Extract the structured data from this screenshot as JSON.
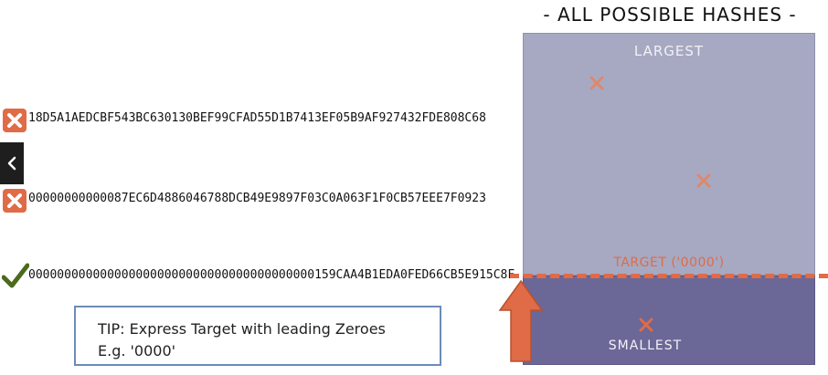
{
  "title": "- ALL POSSIBLE HASHES -",
  "hashes": [
    {
      "value": "18D5A1AEDCBF543BC630130BEF99CFAD55D1B7413EF05B9AF927432FDE808C68",
      "status": "rejected",
      "icon": "x-icon"
    },
    {
      "value": "00000000000087EC6D4886046788DCB49E9897F03C0A063F1F0CB57EEE7F0923",
      "status": "rejected",
      "icon": "x-icon"
    },
    {
      "value": "0000000000000000000000000000000000000000159CAA4B1EDA0FED66CB5E915C8F",
      "status": "accepted",
      "icon": "checkmark-icon"
    }
  ],
  "panel": {
    "largest_label": "LARGEST",
    "smallest_label": "SMALLEST",
    "target_label": "TARGET ('0000')",
    "above_target_color": "#a7a9c2",
    "below_target_color": "#6b6897",
    "accent_color": "#e06b47"
  },
  "tip": {
    "line1": "TIP: Express Target with leading Zeroes",
    "line2": "E.g. '0000'"
  },
  "nav": {
    "icon": "chevron-left-icon"
  }
}
